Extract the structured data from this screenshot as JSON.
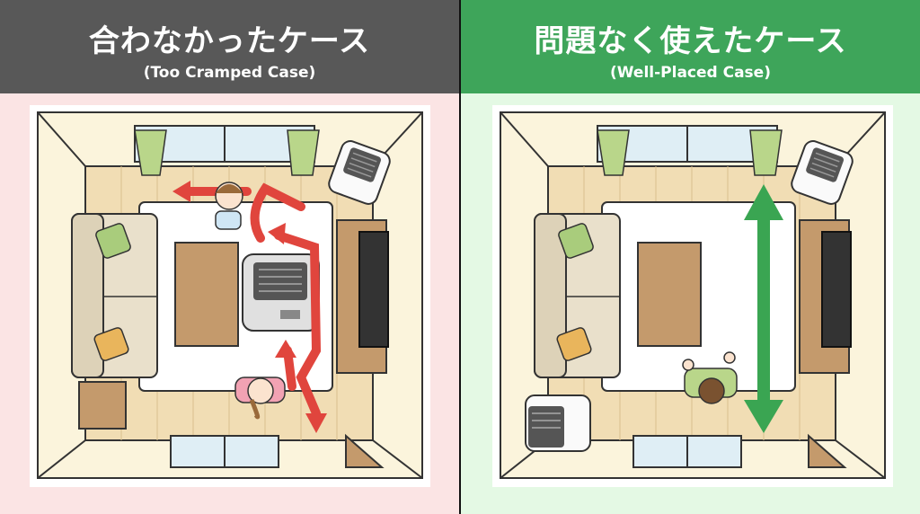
{
  "panels": [
    {
      "title": "合わなかったケース",
      "subtitle": "(Too Cramped Case)",
      "header_color": "#585858",
      "background": "#fbe4e4"
    },
    {
      "title": "問題なく使えたケース",
      "subtitle": "(Well-Placed Case)",
      "header_color": "#3ea55a",
      "background": "#e4f9e4"
    }
  ],
  "colors": {
    "arrow_red": "#e0453d",
    "arrow_green": "#3aa552",
    "floor": "#f1ddb4",
    "wall": "#fbf4dc"
  }
}
